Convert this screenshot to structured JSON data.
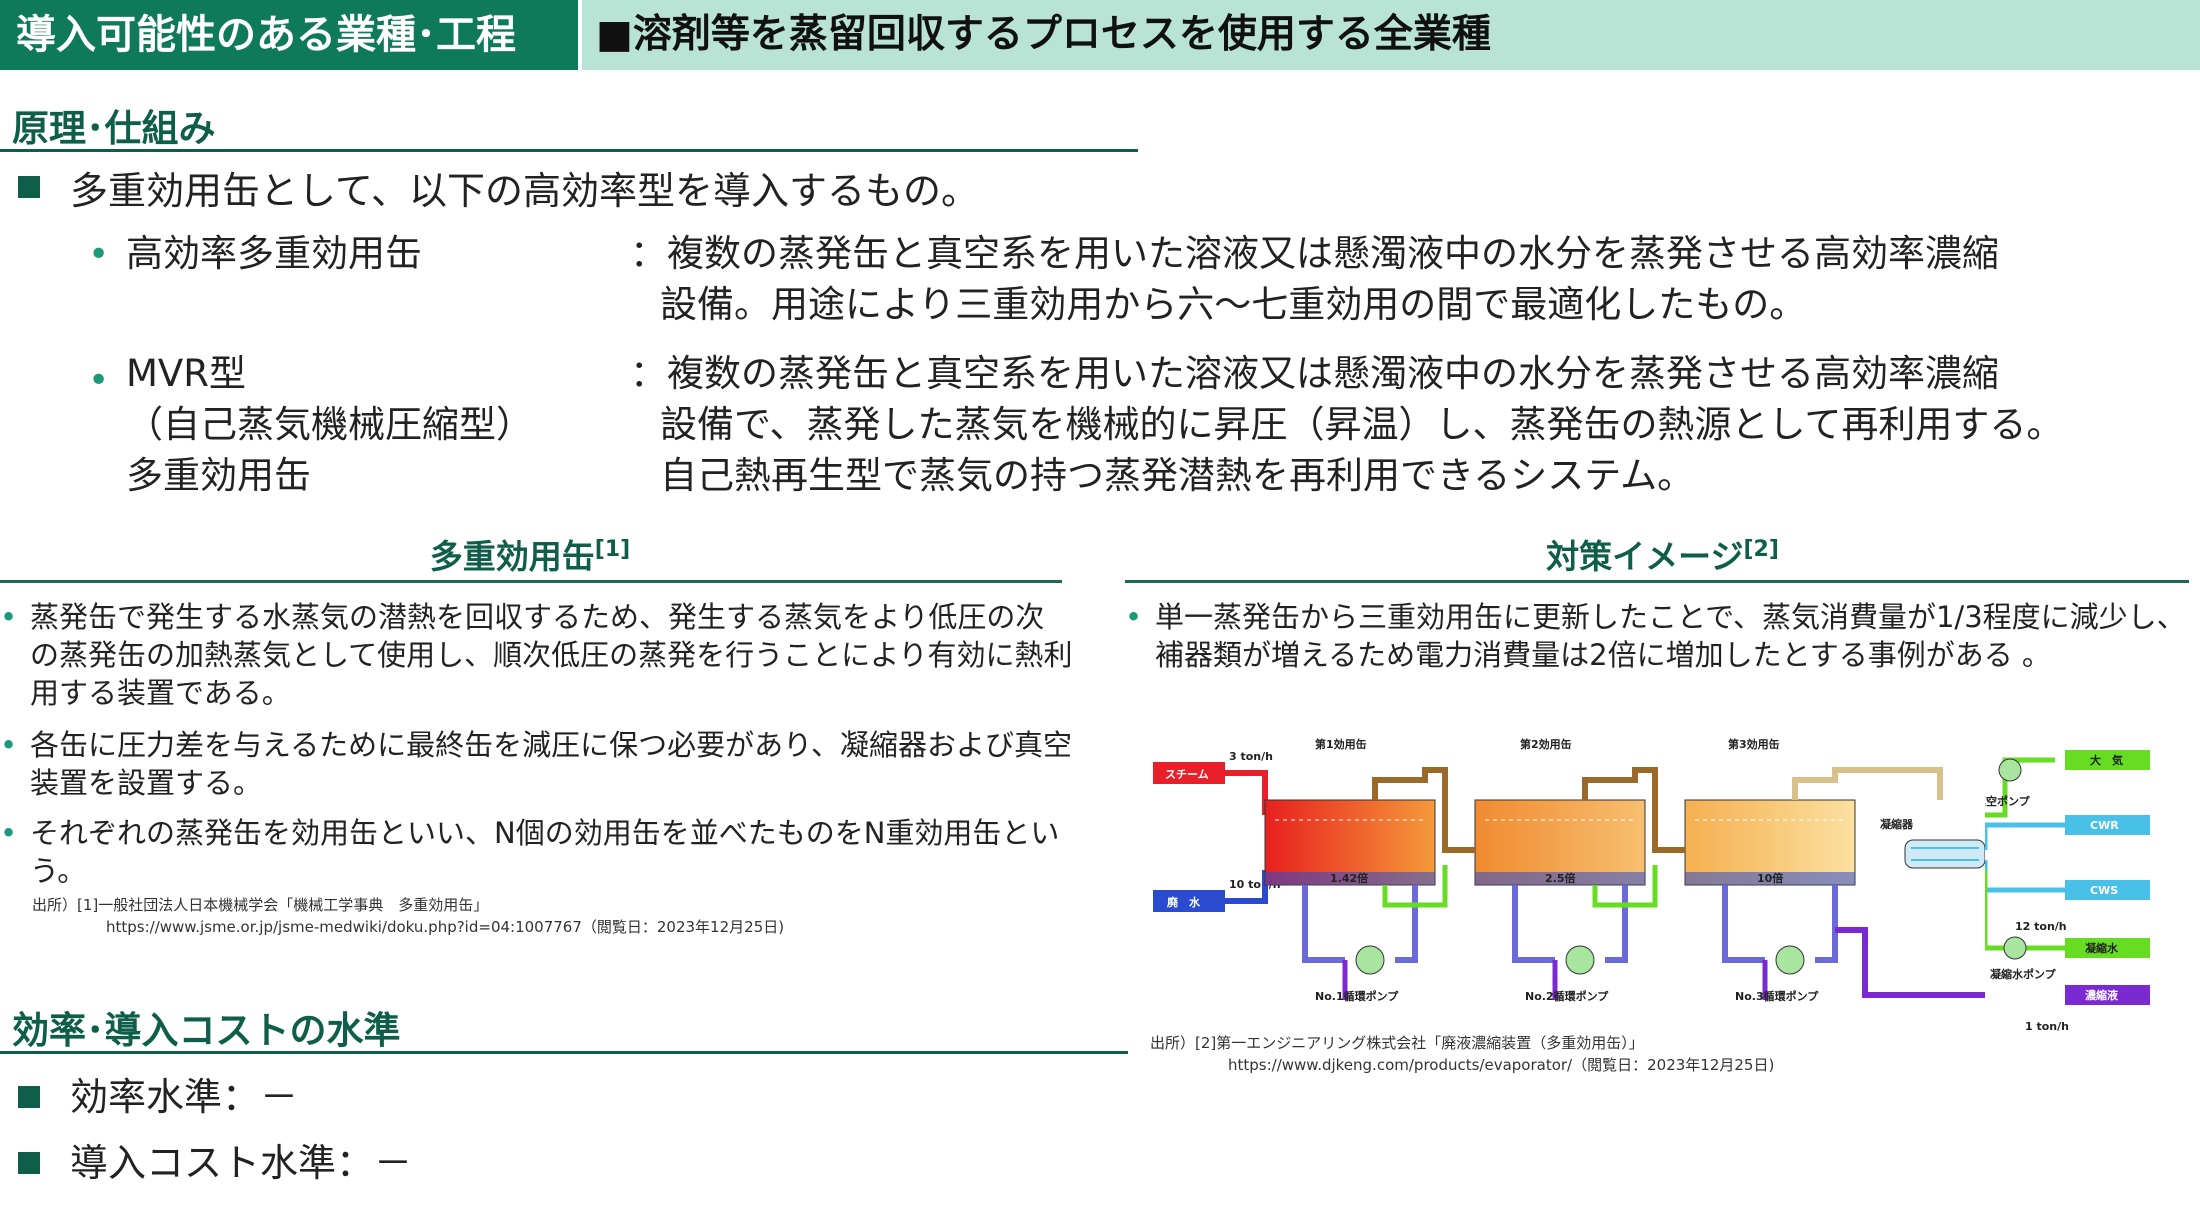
{
  "header": {
    "left": "導入可能性のある業種･工程",
    "right": "■溶剤等を蒸留回収するプロセスを使用する全業種"
  },
  "principle": {
    "title": "原理･仕組み",
    "intro": "多重効用缶として、以下の高効率型を導入するもの。",
    "items": [
      {
        "term": "高効率多重効用缶",
        "desc": [
          "：複数の蒸発缶と真空系を用いた溶液又は懸濁液中の水分を蒸発させる高効率濃縮",
          "設備。用途により三重効用から六～七重効用の間で最適化したもの。"
        ]
      },
      {
        "term_lines": [
          "MVR型",
          "（自己蒸気機械圧縮型）",
          "多重効用缶"
        ],
        "desc": [
          "：複数の蒸発缶と真空系を用いた溶液又は懸濁液中の水分を蒸発させる高効率濃縮",
          "設備で、蒸発した蒸気を機械的に昇圧（昇温）し、蒸発缶の熱源として再利用する。",
          "自己熱再生型で蒸気の持つ蒸発潜熱を再利用できるシステム。"
        ]
      }
    ]
  },
  "left_panel": {
    "title": "多重効用缶",
    "ref": "[1]",
    "bullets": [
      [
        "蒸発缶で発生する水蒸気の潜熱を回収するため、発生する蒸気をより低圧の次",
        "の蒸発缶の加熱蒸気として使用し、順次低圧の蒸発を行うことにより有効に熱利",
        "用する装置である。"
      ],
      [
        "各缶に圧力差を与えるために最終缶を減圧に保つ必要があり、凝縮器および真空",
        "装置を設置する。"
      ],
      [
        "それぞれの蒸発缶を効用缶といい、N個の効用缶を並べたものをN重効用缶という。"
      ]
    ],
    "source_line1": "出所）[1]一般社団法人日本機械学会「機械工学事典　多重効用缶」",
    "source_line2": "https://www.jsme.or.jp/jsme-medwiki/doku.php?id=04:1007767（閲覧日：2023年12月25日)"
  },
  "right_panel": {
    "title": "対策イメージ",
    "ref": "[2]",
    "bullet": [
      "単一蒸発缶から三重効用缶に更新したことで、蒸気消費量が1/3程度に減少し、",
      "補器類が増えるため電力消費量は2倍に増加したとする事例がある 。"
    ],
    "source_line1": "出所）[2]第一エンジニアリング株式会社「廃液濃縮装置（多重効用缶）」",
    "source_line2": "https://www.djkeng.com/products/evaporator/（閲覧日：2023年12月25日)"
  },
  "diagram": {
    "steam": "スチーム",
    "steam_rate": "3 ton/h",
    "waste": "廃　水",
    "waste_rate": "10 ton/h",
    "can1": "第1効用缶",
    "can2": "第2効用缶",
    "can3": "第3効用缶",
    "ratio1": "1.42倍",
    "ratio2": "2.5倍",
    "ratio3": "10倍",
    "pump1": "No.1循環ポンプ",
    "pump2": "No.2循環ポンプ",
    "pump3": "No.3循環ポンプ",
    "condenser": "凝縮器",
    "vacuum_pump": "真空ポンプ",
    "air": "大　気",
    "cwr": "CWR",
    "cws": "CWS",
    "cond_water": "凝縮水",
    "cond_rate": "12 ton/h",
    "cond_pump": "凝縮水ポンプ",
    "concentrate": "濃縮液",
    "conc_rate": "1 ton/h",
    "colors": {
      "steam": "#e8202a",
      "waste": "#2a4bd0",
      "vapor": "#9a6a2a",
      "cooling": "#48c0e8",
      "green": "#66dd22",
      "purple": "#7a2ad0"
    }
  },
  "cost": {
    "title": "効率･導入コストの水準",
    "efficiency": "効率水準：－",
    "cost": "導入コスト水準：－"
  }
}
